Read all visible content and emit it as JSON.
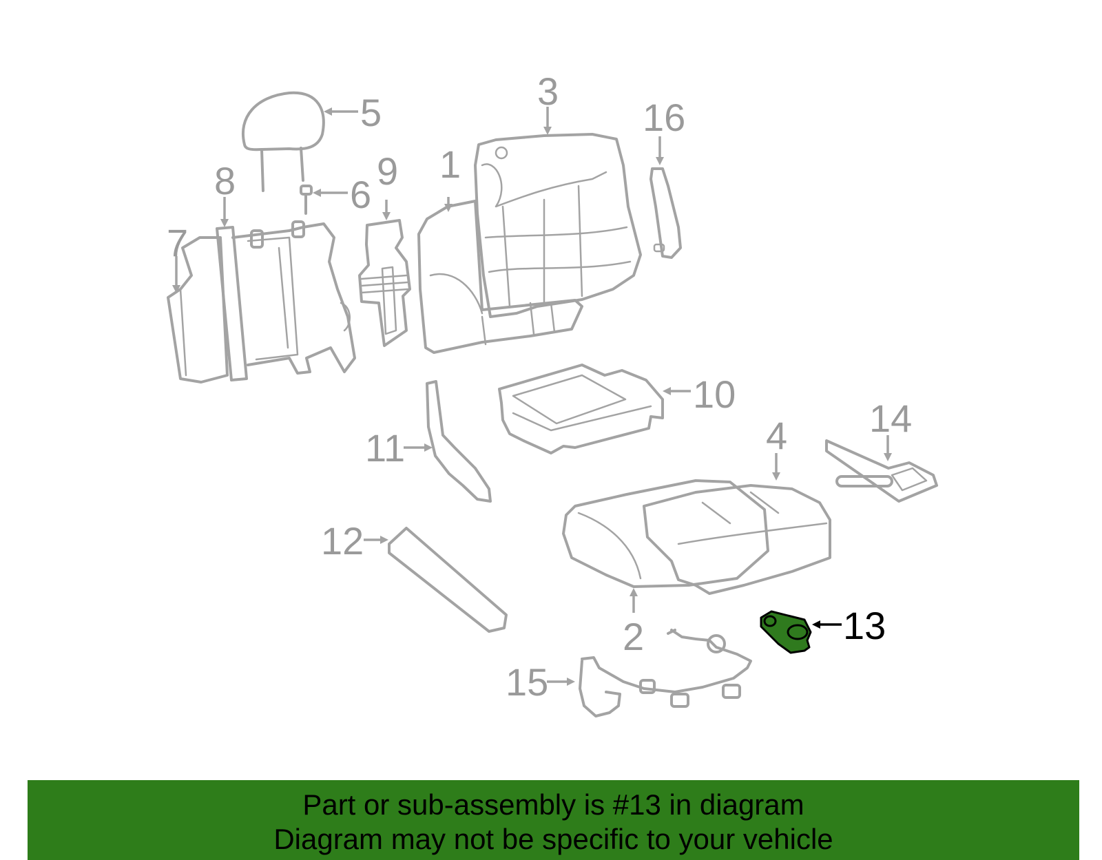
{
  "diagram": {
    "highlight_color": "#2e7d1a",
    "line_color": "#a3a3a3",
    "callouts": {
      "c1": "1",
      "c2": "2",
      "c3": "3",
      "c4": "4",
      "c5": "5",
      "c6": "6",
      "c7": "7",
      "c8": "8",
      "c9": "9",
      "c10": "10",
      "c11": "11",
      "c12": "12",
      "c13": "13",
      "c14": "14",
      "c15": "15",
      "c16": "16"
    },
    "highlighted_callout": "13"
  },
  "footer": {
    "line1": "Part or sub-assembly is #13 in diagram",
    "line2": "Diagram may not be specific to your vehicle"
  }
}
